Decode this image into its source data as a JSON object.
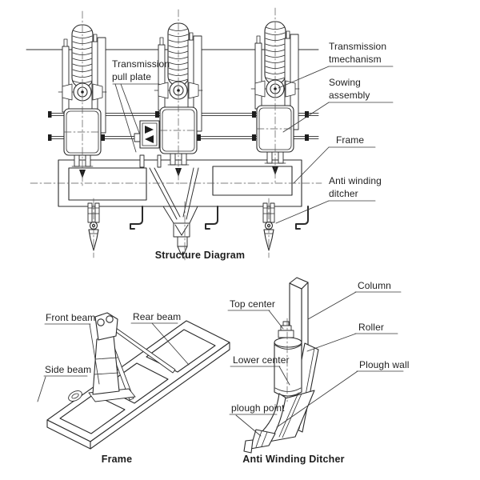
{
  "page": {
    "paper_color": "#ffffff",
    "ink_color": "#2b2b2b"
  },
  "structure_diagram": {
    "caption": "Structure Diagram",
    "labels": {
      "transmission_pull_plate": "Transmission\npull plate",
      "transmission_mechanism": "Transmission\ntmechanism",
      "sowing_assembly": "Sowing\nassembly",
      "frame": "Frame",
      "anti_winding_ditcher": "Anti winding\nditcher"
    }
  },
  "frame_diagram": {
    "caption": "Frame",
    "labels": {
      "front_beam": "Front beam",
      "rear_beam": "Rear beam",
      "side_beam": "Side beam"
    }
  },
  "ditcher_diagram": {
    "caption": "Anti Winding Ditcher",
    "labels": {
      "top_center": "Top center",
      "column": "Column",
      "roller": "Roller",
      "lower_center": "Lower center",
      "plough_wall": "Plough wall",
      "plough_point": "plough point"
    }
  }
}
